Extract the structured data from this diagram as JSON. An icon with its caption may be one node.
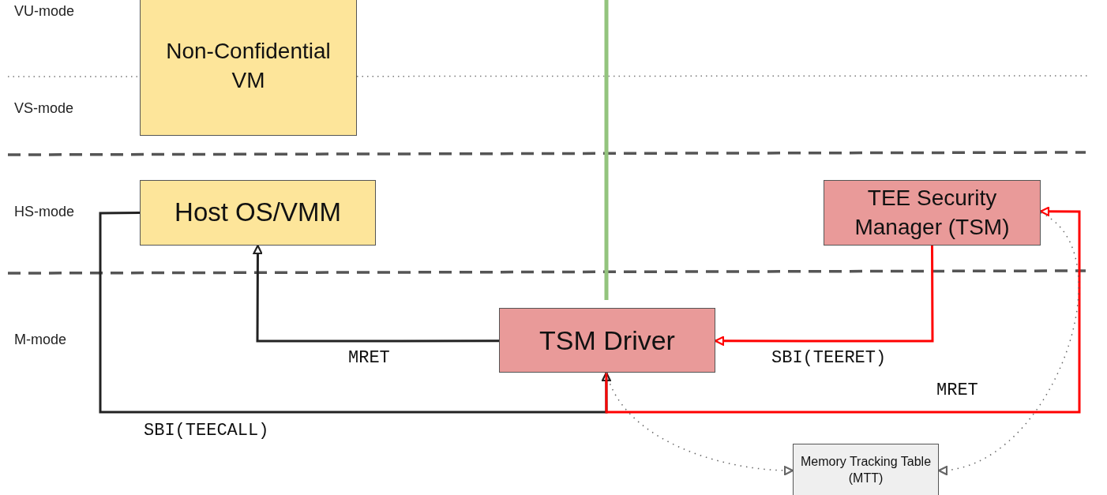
{
  "diagram": {
    "nodes": [
      {
        "text": [
          "Non-Confidential VM"
        ]
      },
      {
        "text": [
          "Host OS/VMM"
        ]
      },
      {
        "text": [
          "TEE Security Manager (TSM)"
        ]
      },
      {
        "text": [
          "TSM Driver"
        ]
      },
      {
        "text": [
          "Memory Tracking Table (MTT)"
        ]
      }
    ],
    "edges": [
      {
        "from": 1,
        "to": 3,
        "arrow": "to",
        "label": "SBI(TEECALL)"
      },
      {
        "from": 3,
        "to": 1,
        "arrow": "to",
        "label": "MRET"
      },
      {
        "from": 2,
        "to": 3,
        "arrow": "to",
        "label": "SBI(TEERET)",
        "color": "#ff0000"
      },
      {
        "from": 3,
        "to": 2,
        "arrow": "to",
        "label": "MRET",
        "color": "#ff0000"
      },
      {
        "from": 3,
        "to": 4,
        "arrow": "to",
        "style": "dashed",
        "color": "#666666"
      },
      {
        "from": 2,
        "to": 4,
        "arrow": "to",
        "style": "dashed",
        "color": "#666666"
      }
    ],
    "labels": [
      "VU-mode",
      "VS-mode",
      "HS-mode",
      "M-mode"
    ]
  }
}
